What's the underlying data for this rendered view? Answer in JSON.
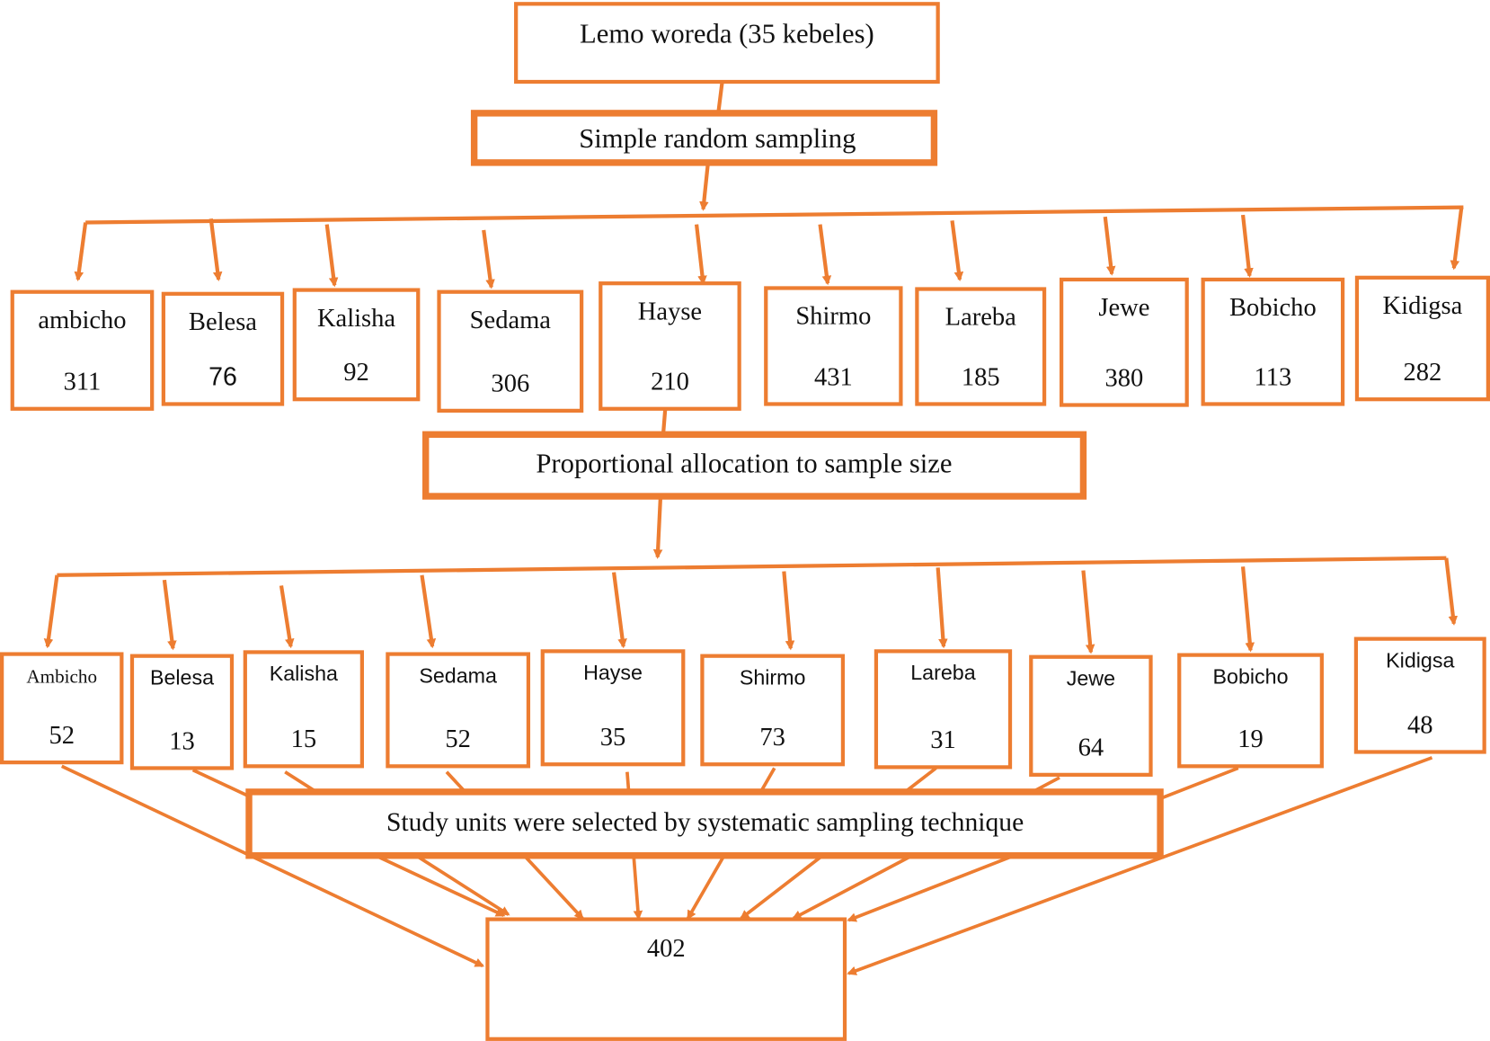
{
  "colors": {
    "stroke": "#ED7D31",
    "text": "#111111"
  },
  "top_box": "Lemo woreda (35 kebeles)",
  "step1": "Simple random sampling",
  "kebeles": [
    {
      "name": "ambicho",
      "count": "311"
    },
    {
      "name": "Belesa",
      "count": "76"
    },
    {
      "name": "Kalisha",
      "count": "92"
    },
    {
      "name": "Sedama",
      "count": "306"
    },
    {
      "name": "Hayse",
      "count": "210"
    },
    {
      "name": "Shirmo",
      "count": "431"
    },
    {
      "name": "Lareba",
      "count": "185"
    },
    {
      "name": "Jewe",
      "count": "380"
    },
    {
      "name": "Bobicho",
      "count": "113"
    },
    {
      "name": "Kidigsa",
      "count": "282"
    }
  ],
  "step2": "Proportional allocation to sample size",
  "samples": [
    {
      "name": "Ambicho",
      "count": "52"
    },
    {
      "name": "Belesa",
      "count": "13"
    },
    {
      "name": "Kalisha",
      "count": "15"
    },
    {
      "name": "Sedama",
      "count": "52"
    },
    {
      "name": "Hayse",
      "count": "35"
    },
    {
      "name": "Shirmo",
      "count": "73"
    },
    {
      "name": "Lareba",
      "count": "31"
    },
    {
      "name": "Jewe",
      "count": "64"
    },
    {
      "name": "Bobicho",
      "count": "19"
    },
    {
      "name": "Kidigsa",
      "count": "48"
    }
  ],
  "step3": "Study units were selected by systematic sampling technique",
  "total": "402"
}
